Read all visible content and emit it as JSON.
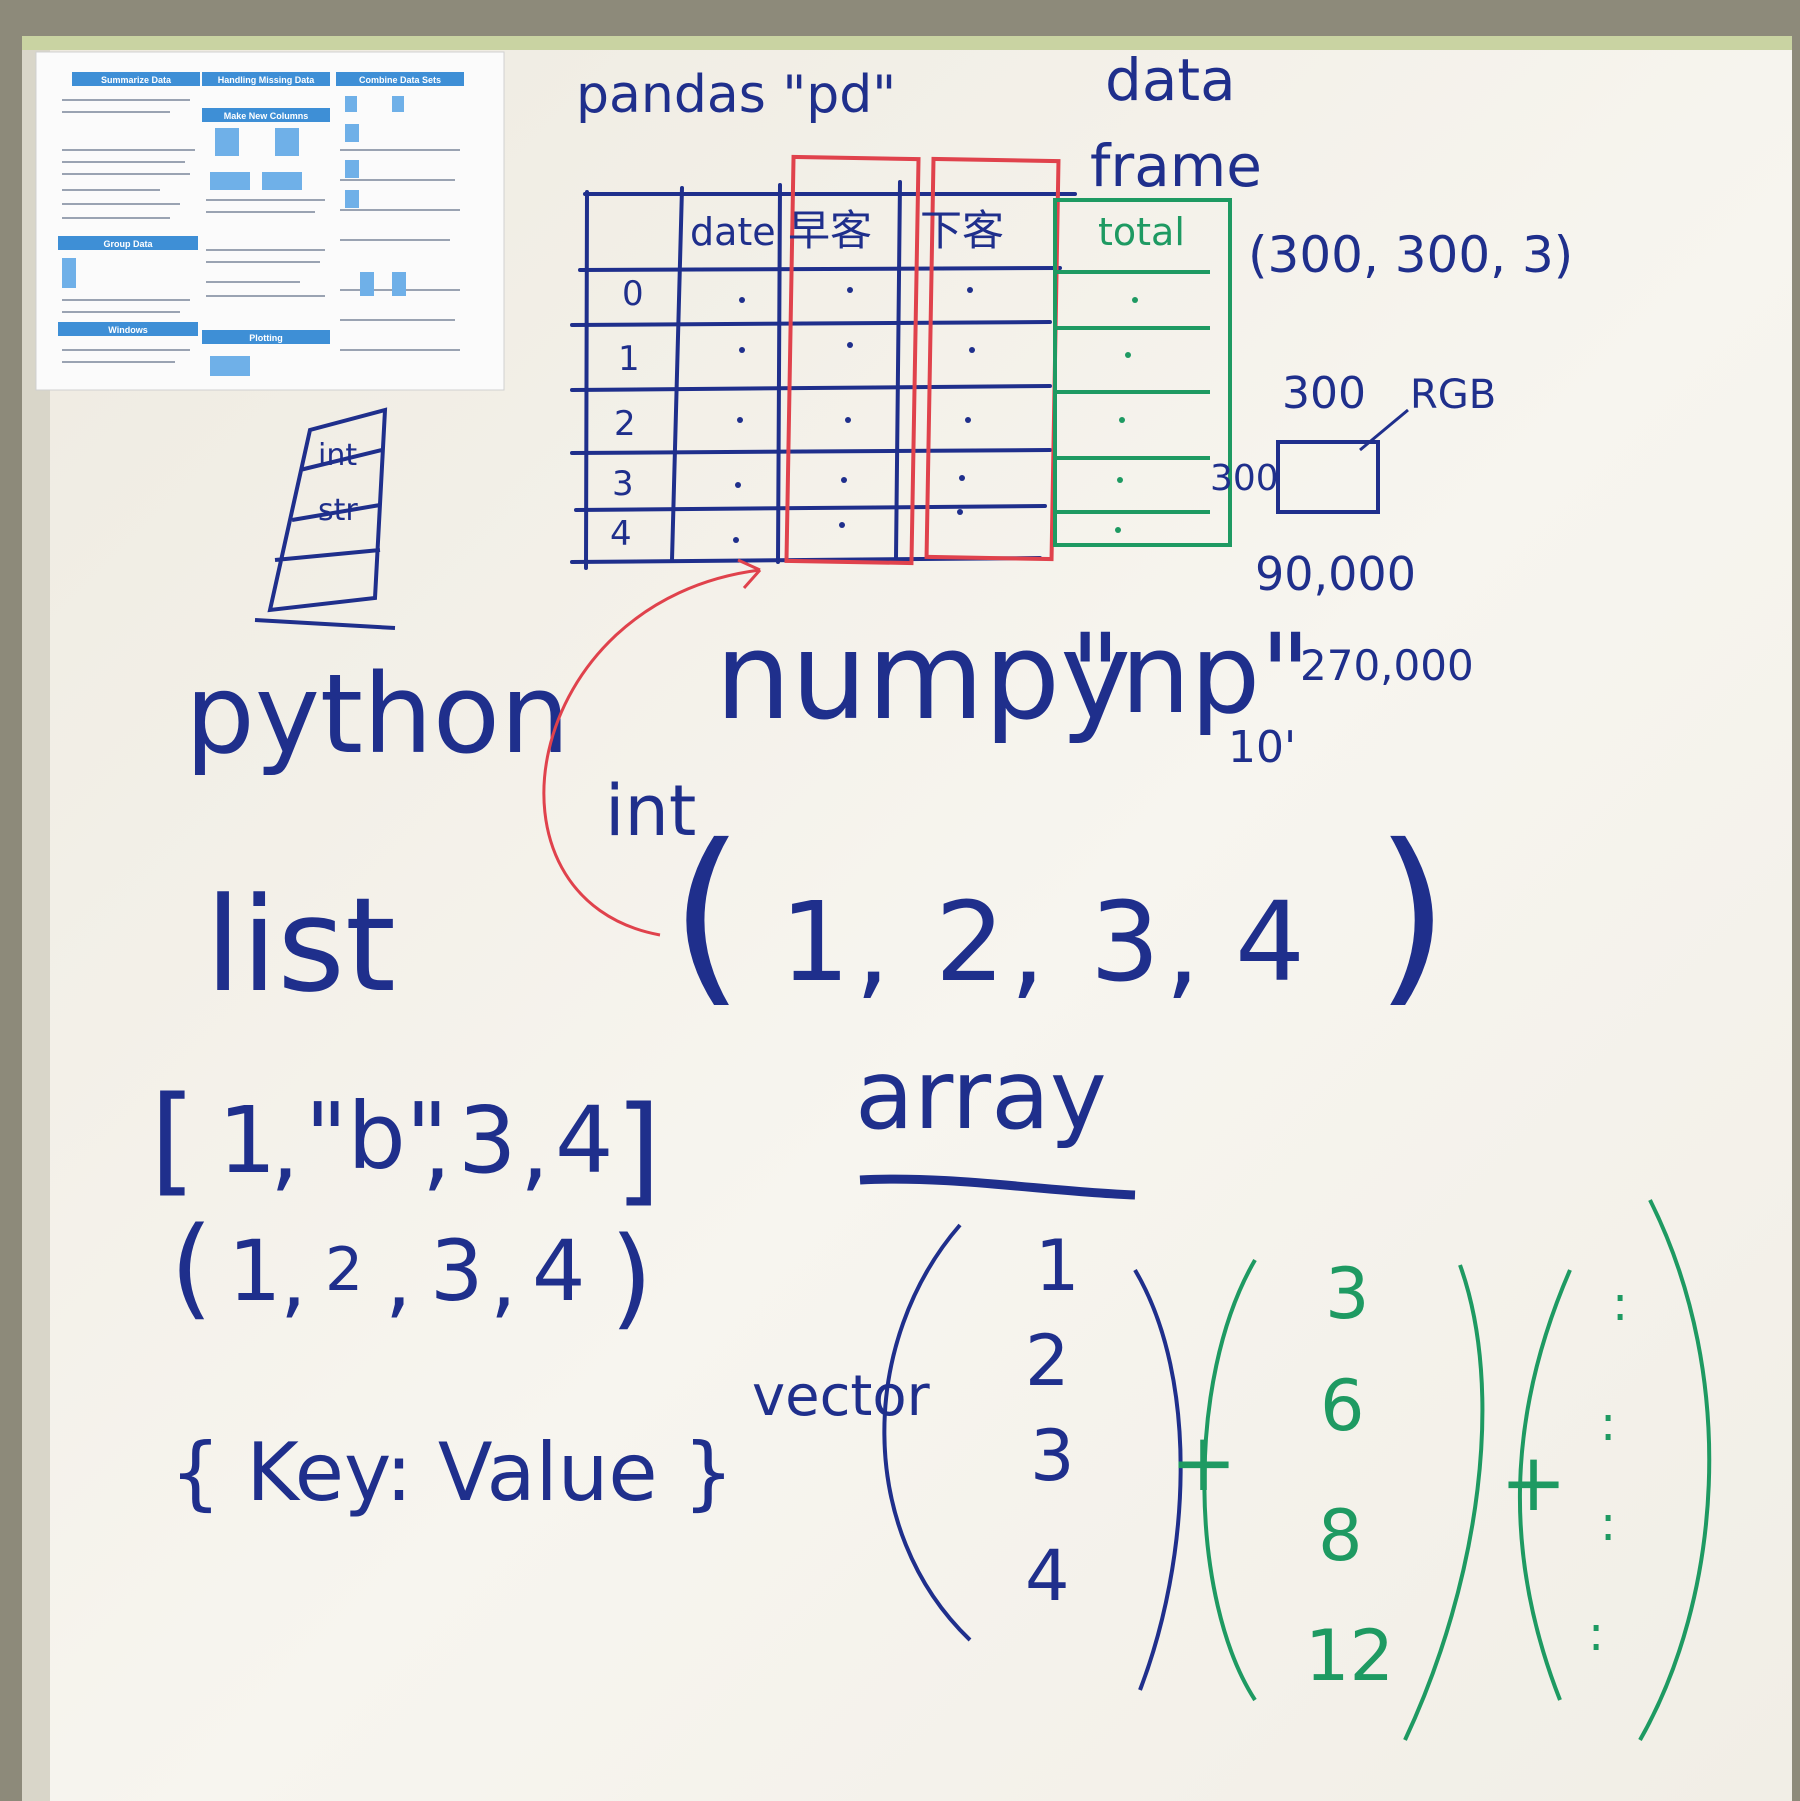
{
  "colors": {
    "marker_blue": "#1f2f8c",
    "marker_red": "#e0424c",
    "marker_green": "#1e9a62",
    "board": "#f4f1ea",
    "frame": "#8f8a78"
  },
  "cheat_sheet": {
    "headers": [
      "Summarize Data",
      "Handling Missing Data",
      "Combine Data Sets",
      "Make New Columns",
      "Group Data",
      "Windows",
      "Plotting"
    ]
  },
  "pandas_label": "pandas \"pd\"",
  "dataframe_label": [
    "data",
    "frame"
  ],
  "table": {
    "headers": [
      "date",
      "早客",
      "下客",
      "total"
    ],
    "row_labels": [
      "0",
      "1",
      "2",
      "3",
      "4"
    ]
  },
  "shape_note": "(300, 300, 3)",
  "image_note": {
    "width": "300",
    "height": "300",
    "channels": "RGB",
    "pixels": "90,000",
    "values": "270,000"
  },
  "python_icon_labels": [
    "int",
    "str"
  ],
  "python_label": "python",
  "numpy_label": "numpy",
  "np_label": "\"np\"",
  "ten_note": "10'",
  "int_label": "int",
  "array_example": [
    "(",
    "1",
    ",",
    "2",
    ",",
    "3",
    ",",
    "4",
    ")"
  ],
  "array_label": "array",
  "list_label": "list",
  "list_example": [
    "[",
    "1",
    ",",
    "\"b\"",
    ",",
    "3",
    ",",
    "4",
    "]"
  ],
  "tuple_example": [
    "(",
    "1",
    ",",
    "2",
    ",",
    "3",
    ",",
    "4",
    ")"
  ],
  "dict_example": "{ Key: Value }",
  "vector_label": "vector",
  "vector_1": [
    "1",
    "2",
    "3",
    "4"
  ],
  "vector_2": [
    "3",
    "6",
    "8",
    "12"
  ],
  "vector_3": [
    ":",
    ":",
    ":",
    ":"
  ],
  "plus_sign": "+"
}
